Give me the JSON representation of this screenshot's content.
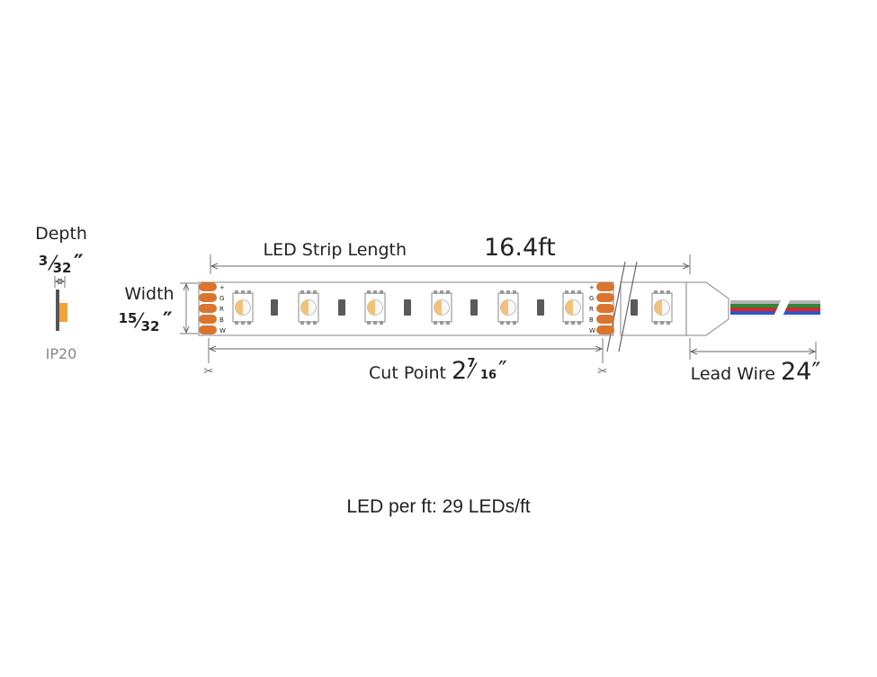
{
  "depth": {
    "title": "Depth",
    "num": "3",
    "den": "32",
    "unit": "″"
  },
  "rating": "IP20",
  "width": {
    "title": "Width",
    "num": "15",
    "den": "32",
    "unit": "″"
  },
  "strip_length": {
    "label": "LED Strip Length",
    "value": "16.4ft"
  },
  "cut_point": {
    "label": "Cut Point",
    "whole": "2",
    "num": "7",
    "den": "16",
    "unit": "″"
  },
  "lead_wire": {
    "label": "Lead Wire",
    "value": "24″"
  },
  "pad_labels": [
    "+",
    "G",
    "R",
    "B",
    "W"
  ],
  "led_per_ft": "LED per ft: 29 LEDs/ft",
  "colors": {
    "pad": "#d9752f",
    "strip_outline": "#9a9a9a",
    "dimension_line": "#666666",
    "led_warm": "#f2c27a",
    "resistor": "#5a5a5a",
    "wire_colors": [
      "#b5b5b5",
      "#2a8a3a",
      "#d62828",
      "#2f56c9",
      "#ffffff"
    ]
  }
}
